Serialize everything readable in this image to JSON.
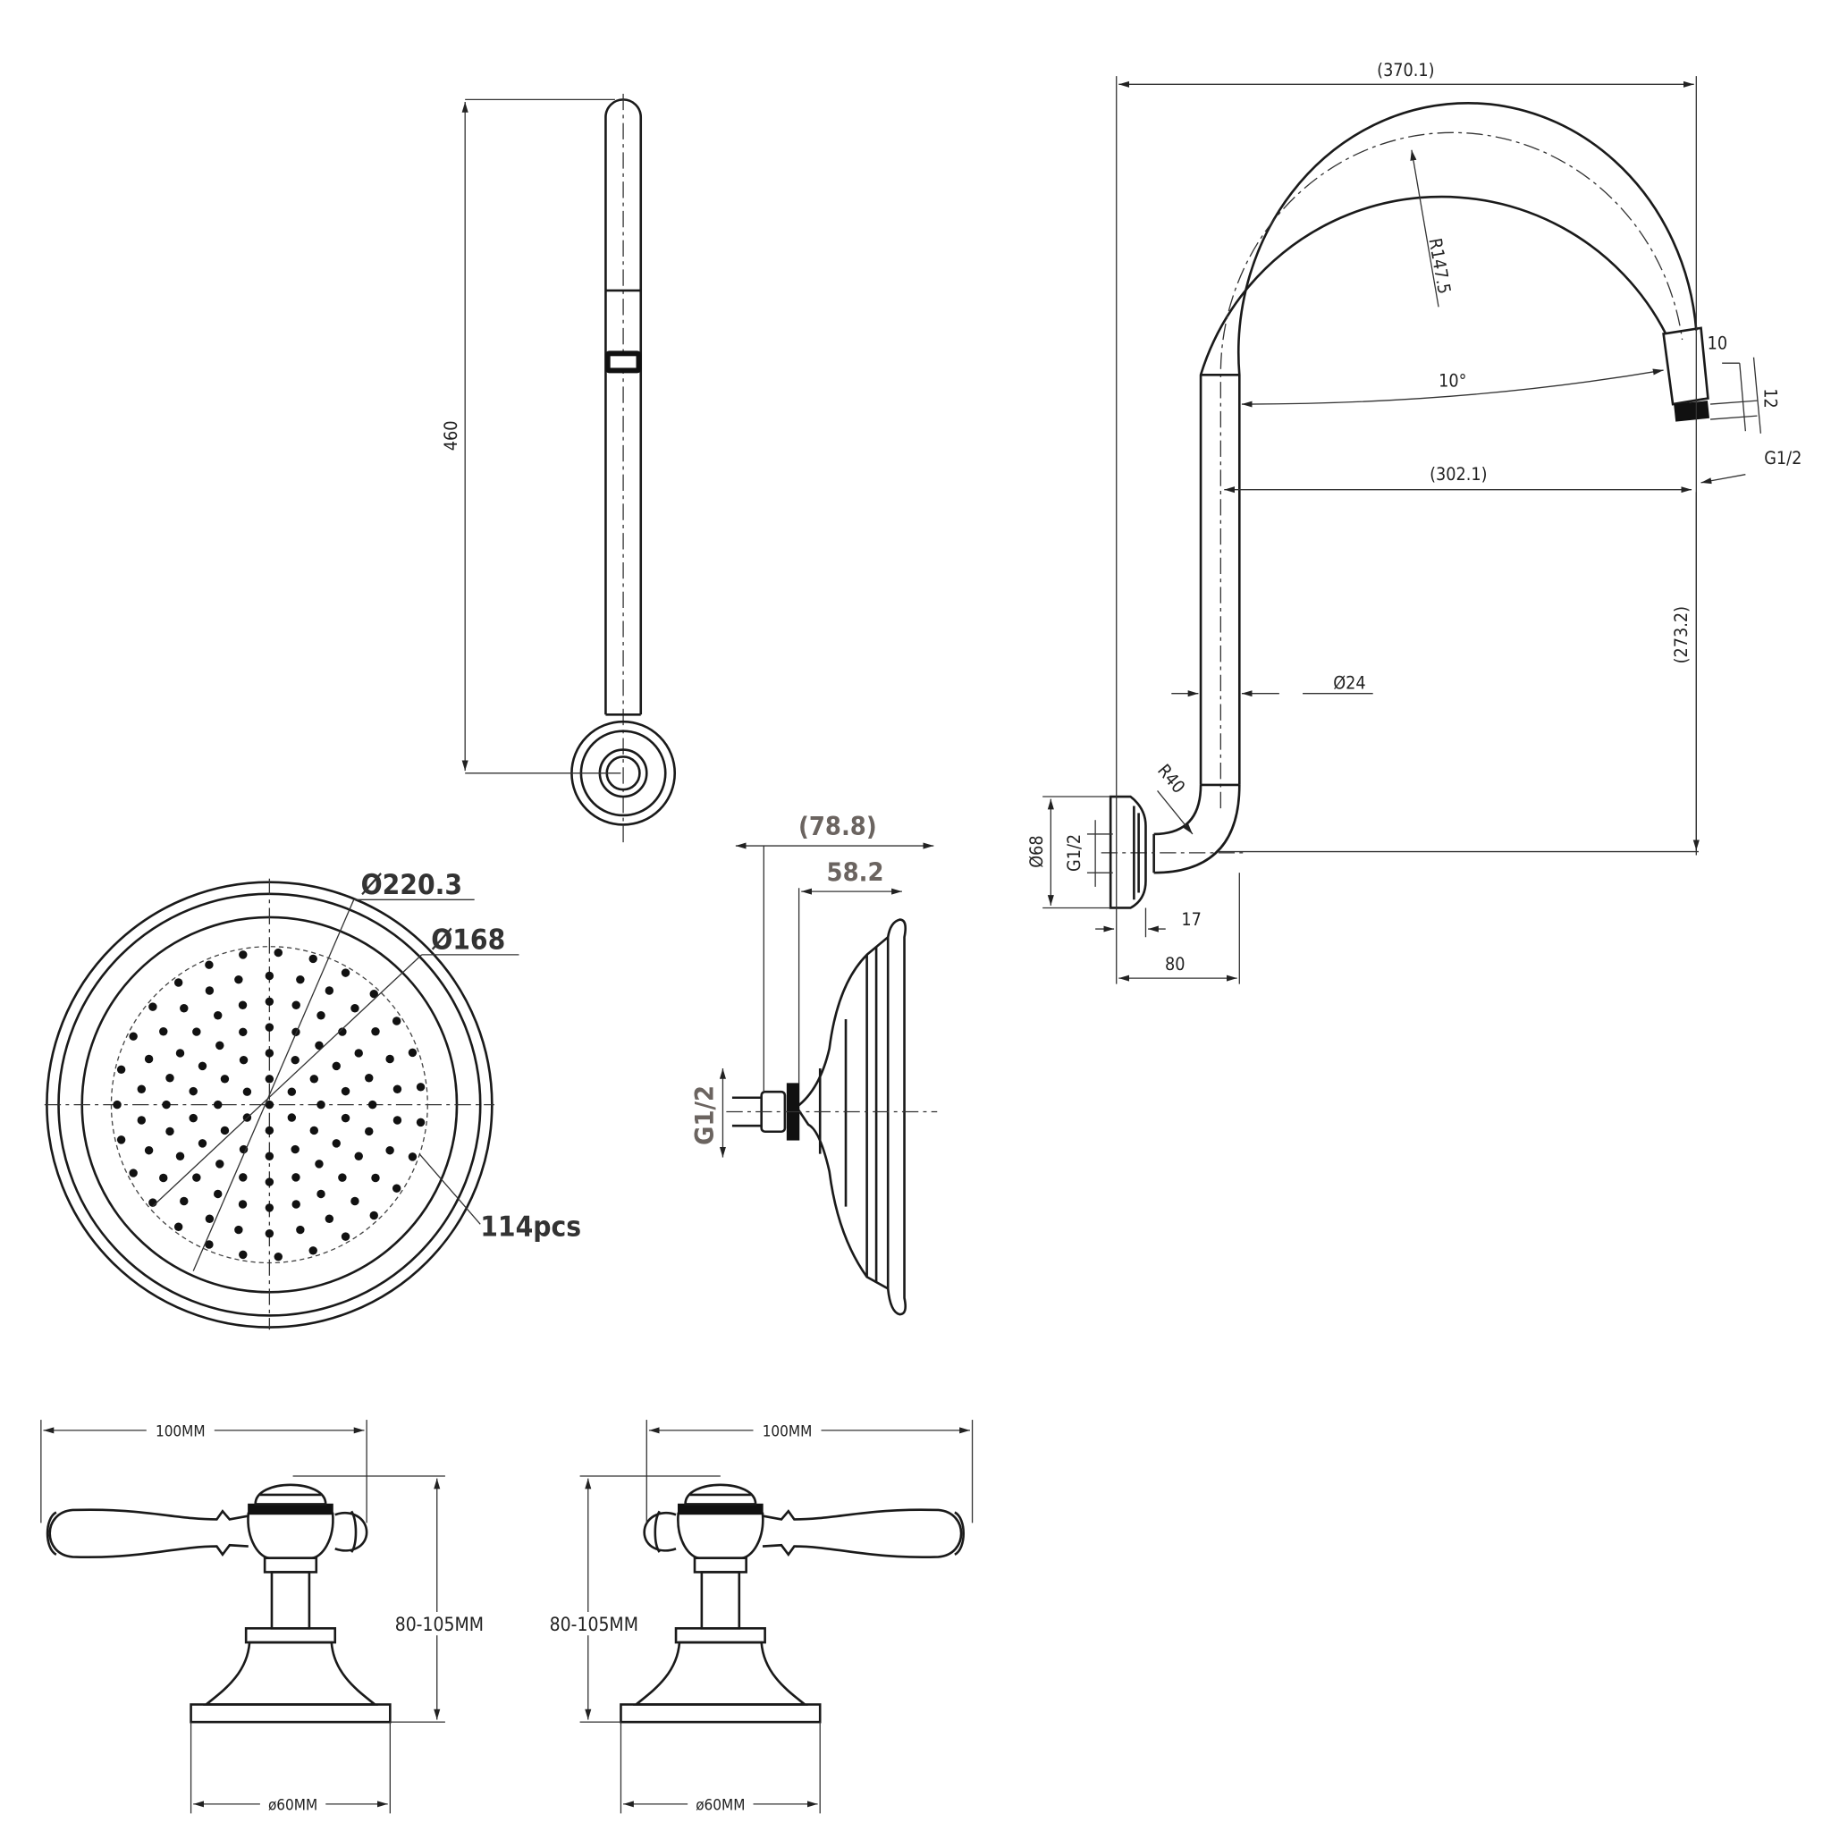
{
  "wall_arm": {
    "height_label": "460"
  },
  "gooseneck_arm": {
    "overall_width": "(370.1)",
    "radius_top": "R147.5",
    "angle": "10°",
    "outlet_length": "10",
    "thread_length": "12",
    "outlet_thread": "G1/2",
    "reach": "(302.1)",
    "drop": "(273.2)",
    "pipe_diameter": "Ø24",
    "bend_radius": "R40",
    "flange_diameter": "Ø68",
    "inlet_thread": "G1/2",
    "flange_depth": "17",
    "projection": "80"
  },
  "shower_head_front": {
    "outer_diameter": "Ø220.3",
    "nozzle_diameter": "Ø168",
    "nozzle_count": "114pcs"
  },
  "shower_head_side": {
    "overall_depth": "(78.8)",
    "head_depth": "58.2",
    "thread": "G1/2"
  },
  "tap_left": {
    "width": "100MM",
    "height": "80-105MM",
    "base": "ø60MM"
  },
  "tap_right": {
    "width": "100MM",
    "height": "80-105MM",
    "base": "ø60MM"
  }
}
